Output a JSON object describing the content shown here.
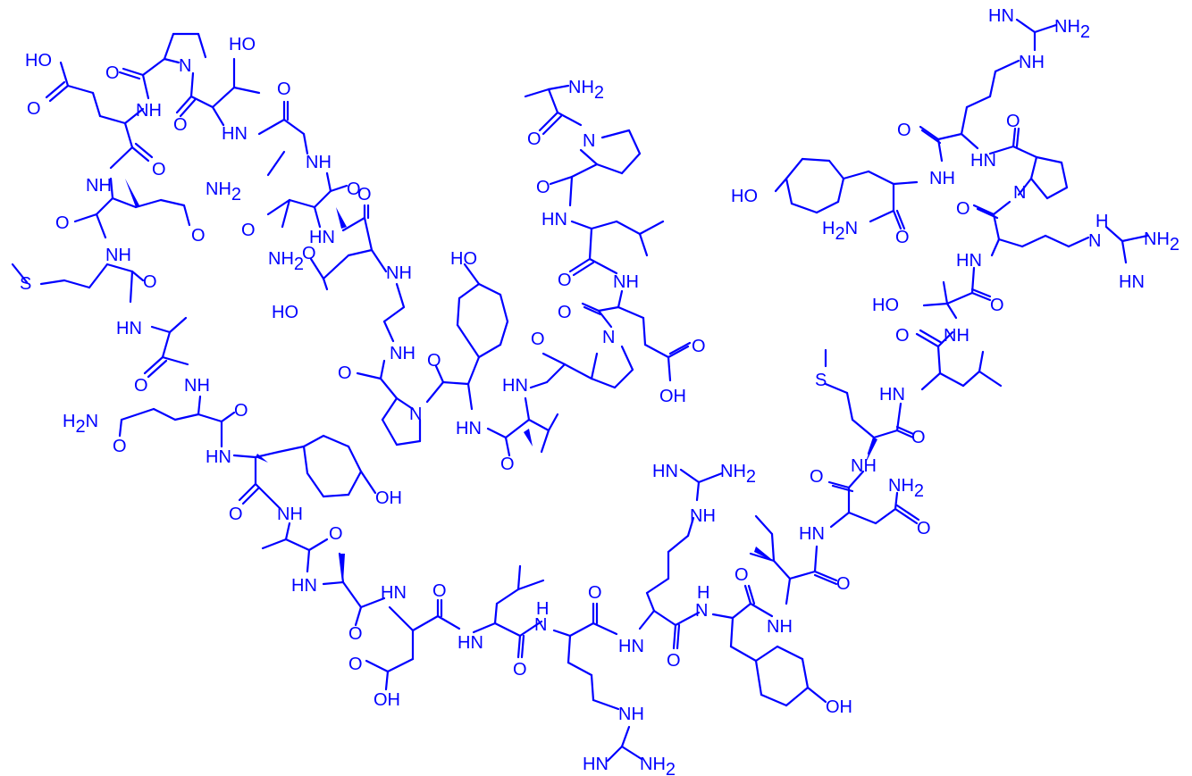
{
  "figure": {
    "kind": "peptide skeletal structure",
    "ink_color": "#0000ff",
    "background": "#ffffff"
  },
  "labels": {
    "HO": "HO",
    "OH": "OH",
    "O": "O",
    "N": "N",
    "NH": "NH",
    "HN": "HN",
    "NH2": "NH",
    "H2N": "H",
    "H2N_N": "N",
    "sub2": "2",
    "S": "S"
  }
}
